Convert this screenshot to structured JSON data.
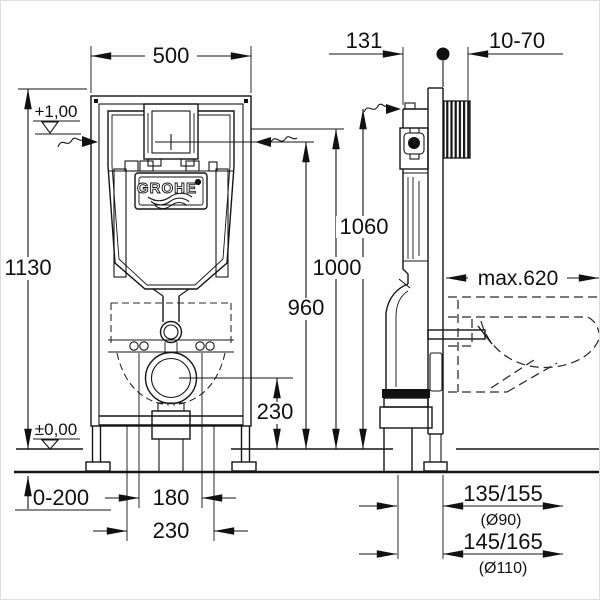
{
  "drawing": {
    "brand_logo": "GROHE",
    "front_view": {
      "frame_width": "500",
      "frame_height": "1130",
      "level_top": "+1,00",
      "level_floor": "±0,00",
      "foot_adjust_range": "0-200",
      "bolt_spacing_inner": "180",
      "bolt_spacing_outer": "230",
      "outlet_height": "230"
    },
    "middle_dims": {
      "flush_plate_center": "960",
      "cistern_top": "1000",
      "water_supply": "1060"
    },
    "side_view": {
      "frame_depth": "131",
      "wall_thickness_range": "10-70",
      "bowl_depth_max": "max.620",
      "outlet_distance_d90": "135/155",
      "outlet_diameter_90": "(Ø90)",
      "outlet_distance_d110": "145/165",
      "outlet_diameter_110": "(Ø110)"
    }
  }
}
